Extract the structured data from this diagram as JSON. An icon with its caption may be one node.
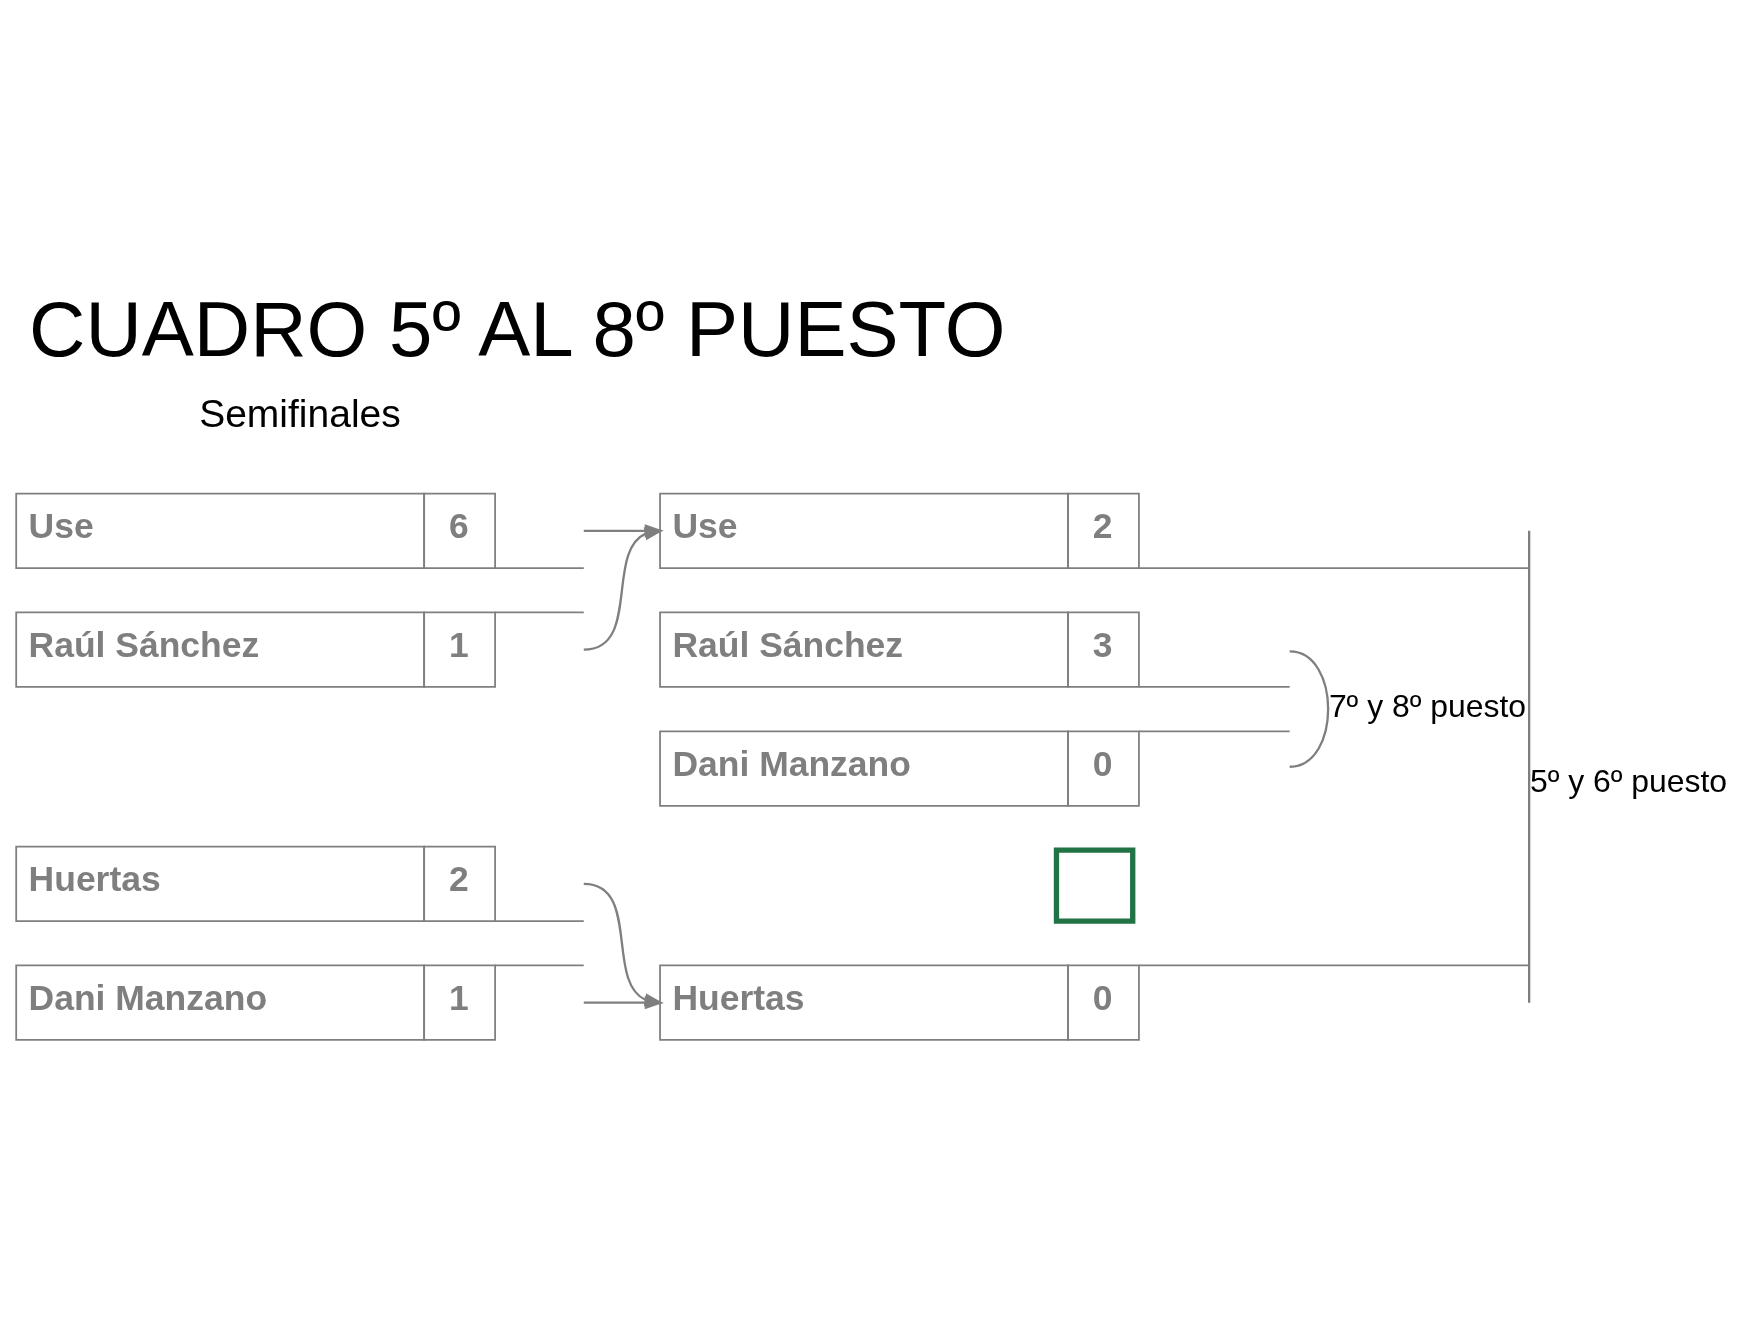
{
  "diagram": {
    "title": "CUADRO 5º AL 8º PUESTO",
    "nodes": [
      {
        "text": [
          "Use",
          "6"
        ]
      },
      {
        "text": [
          "Raúl Sánchez",
          "1"
        ]
      },
      {
        "text": [
          "Huertas",
          "2"
        ]
      },
      {
        "text": [
          "Dani Manzano",
          "1"
        ]
      },
      {
        "text": [
          "Use",
          "2"
        ]
      },
      {
        "text": [
          "Raúl Sánchez",
          "3"
        ]
      },
      {
        "text": [
          "Dani Manzano",
          "0"
        ]
      },
      {
        "text": [],
        "shape": "box"
      },
      {
        "text": [
          "Huertas",
          "0"
        ]
      }
    ],
    "edges": [
      {
        "from": 0,
        "to": 4,
        "arrow": "to"
      },
      {
        "from": 1,
        "to": 4,
        "arrow": "to"
      },
      {
        "from": 2,
        "to": 8,
        "arrow": "to"
      },
      {
        "from": 3,
        "to": 8,
        "arrow": "to"
      },
      {
        "from": 5,
        "to": 6,
        "arrow": "none",
        "label": "7º y 8º puesto"
      },
      {
        "from": 4,
        "to": 8,
        "arrow": "none",
        "label": "5º y 6º puesto"
      }
    ],
    "labels": [
      "Semifinales"
    ]
  }
}
